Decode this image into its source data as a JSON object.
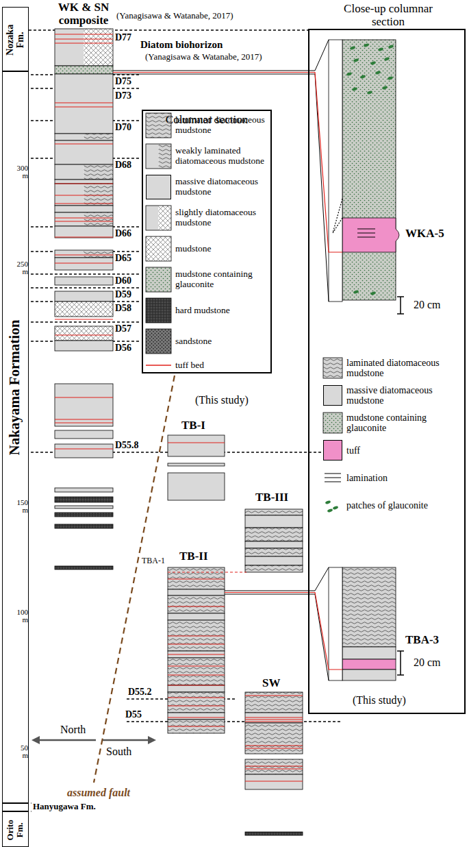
{
  "diagram": {
    "nodes": [
      {
        "text": [
          "Nozaka Fm."
        ]
      },
      {
        "text": [
          "Nakayama Formation"
        ]
      },
      {
        "text": [
          "Hanyugawa Fm."
        ]
      },
      {
        "text": [
          "Orito Fm."
        ]
      },
      {
        "text": [
          "Columnar section"
        ]
      },
      {
        "text": [
          "Close-up columnar section"
        ]
      }
    ],
    "labels": [
      "WK & SN composite",
      "(Yanagisawa & Watanabe, 2017)",
      "Diatom biohorizon",
      "(Yanagisawa & Watanabe, 2017)",
      "D77",
      "D75",
      "D73",
      "D70",
      "D68",
      "300 m",
      "D66",
      "D65",
      "250 m",
      "D60",
      "D59",
      "D58",
      "D57",
      "D56",
      "(This study)",
      "TB-I",
      "D55.8",
      "150 m",
      "TB-III",
      "TBA-1",
      "TB-II",
      "100 m",
      "D55.2",
      "D55",
      "50 m",
      "SW",
      "North",
      "South",
      "assumed fault",
      "WKA-5",
      "20 cm",
      "TBA-3",
      "20 cm",
      "(This study)"
    ],
    "legend": [
      {
        "text": "laminated diatomaceous mudstone"
      },
      {
        "text": "weakly laminated diatomaceous mudstone"
      },
      {
        "text": "massive diatomaceous mudstone",
        "color": "#d9d9d9"
      },
      {
        "text": "slightly diatomaceous mudstone"
      },
      {
        "text": "mudstone"
      },
      {
        "text": "mudstone containing glauconite"
      },
      {
        "text": "hard mudstone"
      },
      {
        "text": "sandstone"
      },
      {
        "text": "tuff bed"
      },
      {
        "text": "laminated diatomaceous mudstone"
      },
      {
        "text": "massive diatomaceous mudstone",
        "color": "#d9d9d9"
      },
      {
        "text": "mudstone containing glauconite"
      },
      {
        "text": "tuff",
        "color": "#f090c8"
      },
      {
        "text": "lamination"
      },
      {
        "text": "patches of glauconite"
      }
    ]
  }
}
